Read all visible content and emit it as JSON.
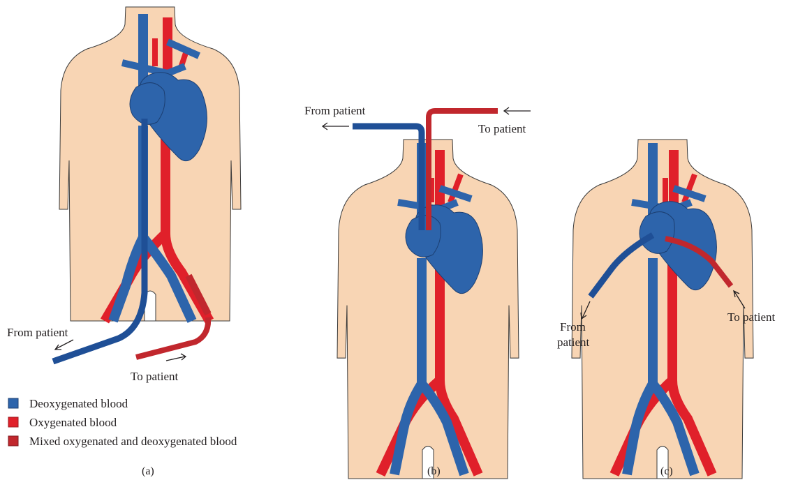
{
  "panels": [
    {
      "caption": "(a)",
      "labels": {
        "from": "From patient",
        "to": "To patient"
      }
    },
    {
      "caption": "(b)",
      "labels": {
        "from": "From patient",
        "to": "To patient"
      }
    },
    {
      "caption": "(c)",
      "labels": {
        "from_line1": "From",
        "from_line2": "patient",
        "to": "To patient"
      }
    }
  ],
  "legend": [
    {
      "label": "Deoxygenated blood",
      "color": "#2d64ab"
    },
    {
      "label": "Oxygenated blood",
      "color": "#e0202a"
    },
    {
      "label": "Mixed oxygenated and deoxygenated blood",
      "color": "#c1272d"
    }
  ],
  "colors": {
    "skin": "#f8d5b4",
    "vein": "#2d64ab",
    "artery": "#e0202a",
    "cannula_blue": "#1f4f96",
    "cannula_red": "#c1272d"
  }
}
